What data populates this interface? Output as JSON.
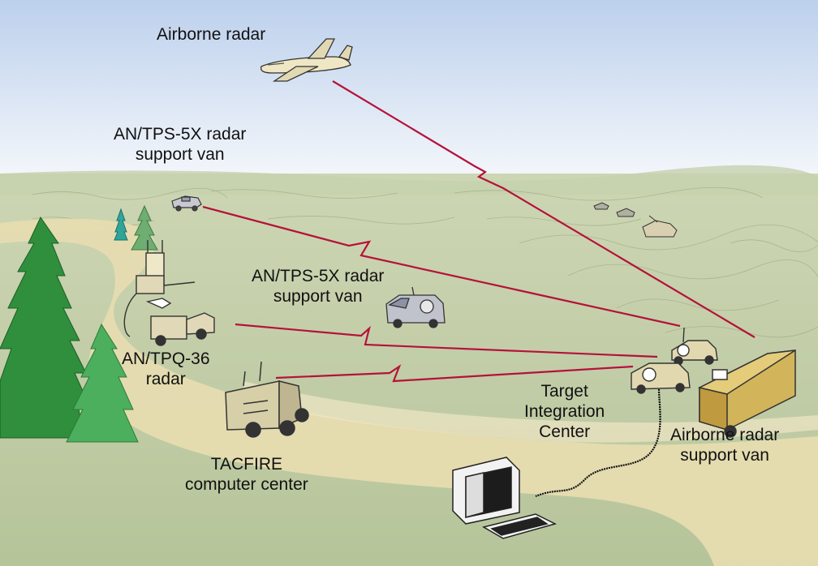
{
  "labels": {
    "airborne_radar": "Airborne radar",
    "tps_van_top": {
      "line1": "AN/TPS-5X radar",
      "line2": "support van"
    },
    "tps_van_middle": {
      "line1": "AN/TPS-5X radar",
      "line2": "support van"
    },
    "tpq36": {
      "line1": "AN/TPQ-36",
      "line2": "radar"
    },
    "tacfire": {
      "line1": "TACFIRE",
      "line2": "computer center"
    },
    "target_center": {
      "line1": "Target",
      "line2": "Integration",
      "line3": "Center"
    },
    "airborne_van": {
      "line1": "Airborne radar",
      "line2": "support van"
    }
  },
  "colors": {
    "sky_top": "#bcd0ec",
    "sky_bottom": "#e6eef8",
    "ground": "#bcc8a2",
    "ground_far": "#c8d2ae",
    "road": "#e6dcb0",
    "tree_dark": "#2b8a3a",
    "tree_light": "#4caf5e",
    "signal": "#b5123a",
    "vehicle": "#d9d2b0",
    "outline": "#222222"
  }
}
